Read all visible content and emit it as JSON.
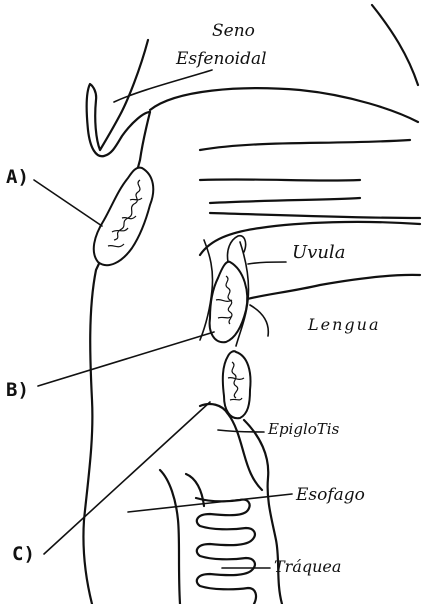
{
  "labels": {
    "seno_line1": "Seno",
    "seno_line2": "Esfenoidal",
    "marker_a": "A)",
    "marker_b": "B)",
    "marker_c": "C)",
    "uvula": "Uvula",
    "lengua": "Lengua",
    "epiglotis": "EpigloTis",
    "esofago": "Esofago",
    "traquea": "Tráquea"
  },
  "colors": {
    "ink": "#111111",
    "background": "#ffffff"
  }
}
